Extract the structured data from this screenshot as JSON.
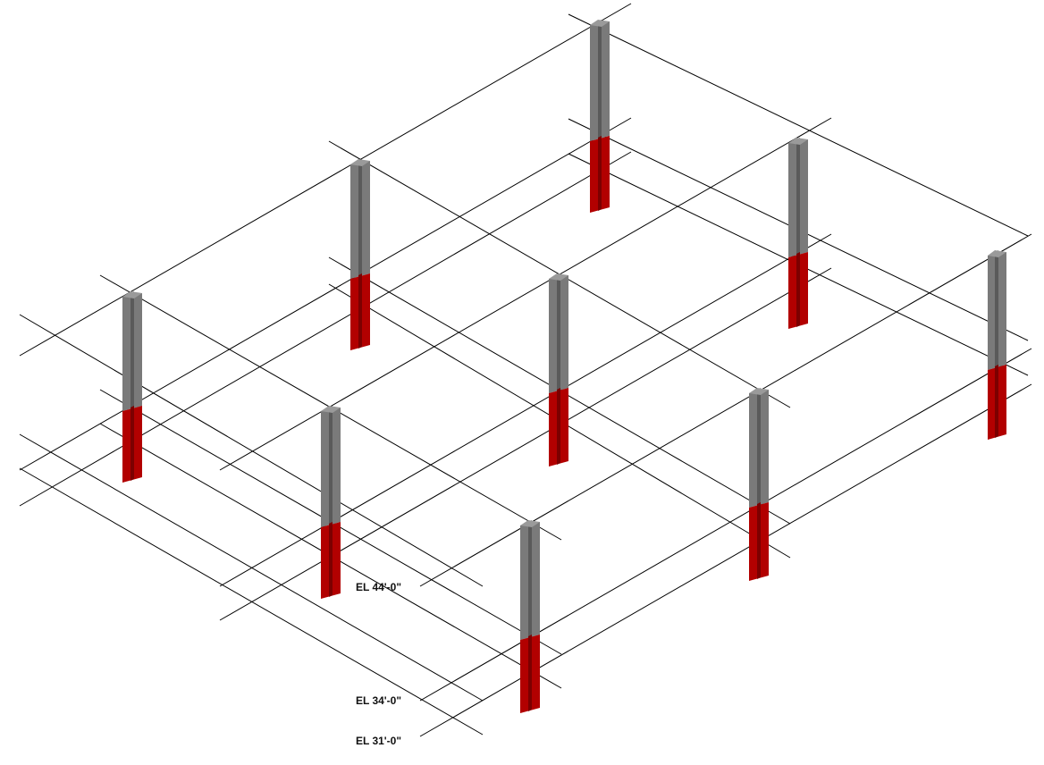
{
  "view": {
    "background_color": "#ffffff",
    "grid_line_color": "#000000",
    "column_upper_color": "#808080",
    "column_lower_color": "#b20000"
  },
  "levels": [
    {
      "label": "EL 44'-0\""
    },
    {
      "label": "EL 34'-0\""
    },
    {
      "label": "EL 31'-0\""
    }
  ],
  "columns": [
    {
      "id": "c1",
      "segments": [
        "upper",
        "lower"
      ]
    },
    {
      "id": "c2",
      "segments": [
        "upper",
        "lower"
      ]
    },
    {
      "id": "c3",
      "segments": [
        "upper",
        "lower"
      ]
    },
    {
      "id": "c4",
      "segments": [
        "upper",
        "lower"
      ]
    },
    {
      "id": "c5",
      "segments": [
        "upper",
        "lower"
      ]
    },
    {
      "id": "c6",
      "segments": [
        "upper",
        "lower"
      ]
    },
    {
      "id": "c7",
      "segments": [
        "upper",
        "lower"
      ]
    },
    {
      "id": "c8",
      "segments": [
        "upper",
        "lower"
      ]
    },
    {
      "id": "c9",
      "segments": [
        "upper",
        "lower"
      ]
    }
  ]
}
